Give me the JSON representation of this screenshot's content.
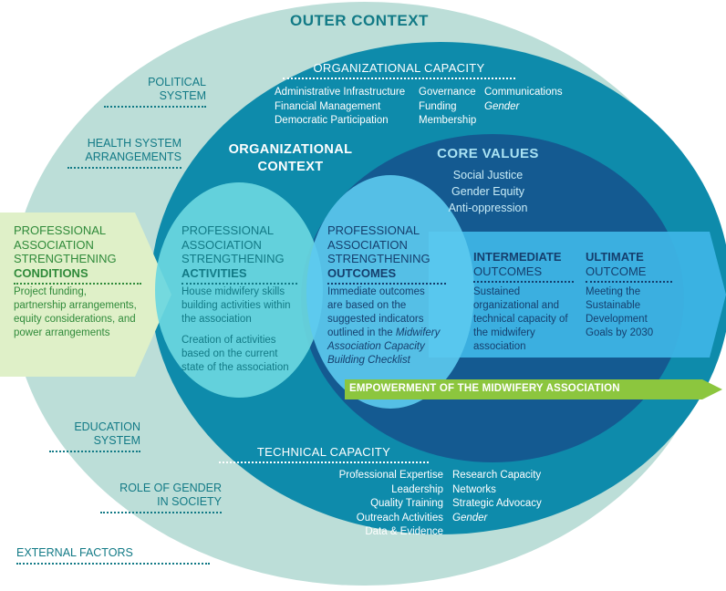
{
  "colors": {
    "outer_context": "#bcded8",
    "organizational_context": "#0e8bab",
    "core_values": "#145a91",
    "activities_ellipse": "#6ad7e0",
    "outcomes_ellipse": "#5ccaf0",
    "conditions_arrow": "#dff0c8",
    "result_arrow": "#3db4e5",
    "empowerment_arrow": "#8cc63e",
    "dark_teal_text": "#127a86",
    "green_text": "#2f8a3a",
    "navy_text": "#153f6e"
  },
  "outer_context": {
    "title": "OUTER CONTEXT"
  },
  "external_factors": {
    "label": "EXTERNAL FACTORS",
    "items": [
      {
        "line1": "POLITICAL",
        "line2": "SYSTEM"
      },
      {
        "line1": "HEALTH SYSTEM",
        "line2": "ARRANGEMENTS"
      },
      {
        "line1": "EDUCATION",
        "line2": "SYSTEM"
      },
      {
        "line1": "ROLE OF GENDER",
        "line2": "IN SOCIETY"
      }
    ]
  },
  "organizational_capacity": {
    "title": "ORGANIZATIONAL CAPACITY",
    "col1": [
      "Administrative Infrastructure",
      "Financial Management",
      "Democratic Participation"
    ],
    "col2": [
      "Governance",
      "Funding",
      "Membership"
    ],
    "col3": [
      "Communications",
      "Gender"
    ]
  },
  "organizational_context": {
    "line1": "ORGANIZATIONAL",
    "line2": "CONTEXT"
  },
  "core_values": {
    "title": "CORE VALUES",
    "items": [
      "Social Justice",
      "Gender Equity",
      "Anti-oppression"
    ]
  },
  "conditions": {
    "line1": "PROFESSIONAL",
    "line2": "ASSOCIATION",
    "line3": "STRENGTHENING",
    "emph": "CONDITIONS",
    "body": "Project funding, partnership arrangements, equity considerations, and power arrangements"
  },
  "activities": {
    "line1": "PROFESSIONAL",
    "line2": "ASSOCIATION",
    "line3": "STRENGTHENING",
    "emph": "ACTIVITIES",
    "body1": "House midwifery skills building activities within the association",
    "body2": "Creation of activities based on the current state of the association"
  },
  "outcomes": {
    "line1": "PROFESSIONAL",
    "line2": "ASSOCIATION",
    "line3": "STRENGTHENING",
    "emph": "OUTCOMES",
    "body": "Immediate outcomes are based on the suggested indicators outlined in the",
    "body_italic": "Midwifery Association Capacity Building Checklist"
  },
  "intermediate": {
    "emph": "INTERMEDIATE",
    "sub": "OUTCOMES",
    "body": "Sustained organizational and technical capacity of the midwifery association"
  },
  "ultimate": {
    "emph": "ULTIMATE",
    "sub": "OUTCOME",
    "body": "Meeting the Sustainable Development Goals by 2030"
  },
  "empowerment": {
    "label": "EMPOWERMENT OF THE MIDWIFERY ASSOCIATION"
  },
  "technical_capacity": {
    "title": "TECHNICAL CAPACITY",
    "col1": [
      "Professional Expertise",
      "Leadership",
      "Quality Training",
      "Outreach Activities",
      "Data & Evidence"
    ],
    "col2": [
      "Research Capacity",
      "Networks",
      "Strategic Advocacy",
      "Gender"
    ]
  }
}
